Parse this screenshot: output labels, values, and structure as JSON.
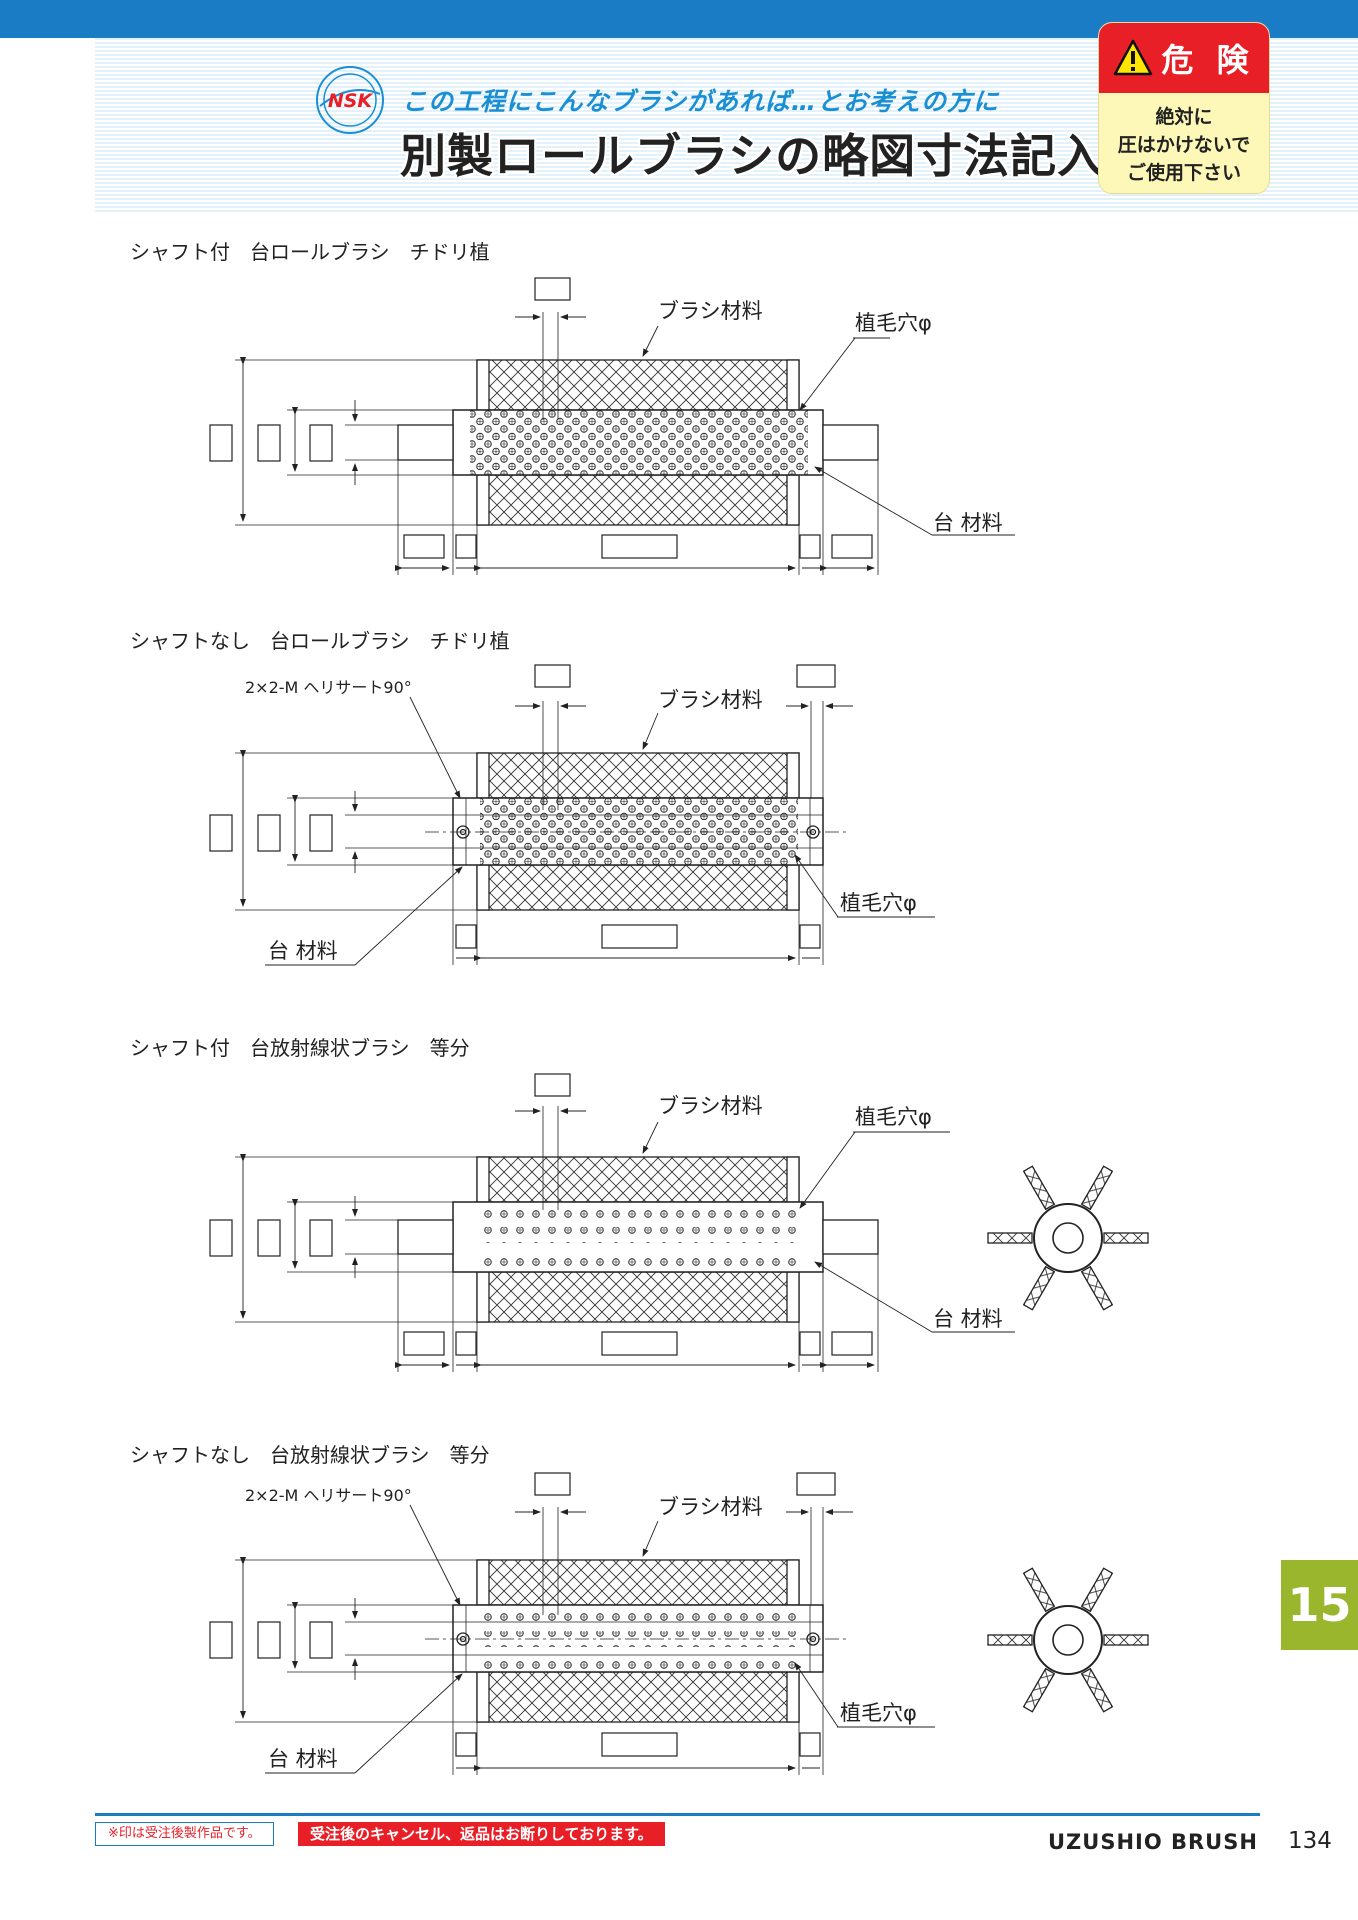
{
  "header": {
    "logo_text": "NSK",
    "subtitle": "この工程にこんなブラシがあれば…とお考えの方に",
    "title": "別製ロールブラシの略図寸法記入欄"
  },
  "warning": {
    "label": "危 険",
    "lines": [
      "絶対に",
      "圧はかけないで",
      "ご使用下さい"
    ]
  },
  "sections": [
    {
      "title": "シャフト付　台ロールブラシ　チドリ植",
      "brush_label": "ブラシ材料",
      "hole_label": "植毛穴φ",
      "base_label": "台 材料"
    },
    {
      "title": "シャフトなし　台ロールブラシ　チドリ植",
      "brush_label": "ブラシ材料",
      "hole_label": "植毛穴φ",
      "base_label": "台 材料",
      "helisert_label": "2×2-M ヘリサート90°"
    },
    {
      "title": "シャフト付　台放射線状ブラシ　等分",
      "brush_label": "ブラシ材料",
      "hole_label": "植毛穴φ",
      "base_label": "台 材料"
    },
    {
      "title": "シャフトなし　台放射線状ブラシ　等分",
      "brush_label": "ブラシ材料",
      "hole_label": "植毛穴φ",
      "base_label": "台 材料",
      "helisert_label": "2×2-M ヘリサート90°"
    }
  ],
  "side_tab": "15",
  "footer": {
    "note_made_to_order": "※印は受注後製作品です。",
    "note_no_cancel": "受注後のキャンセル、返品はお断りしております。",
    "company": "UZUSHIO  BRUSH",
    "page_number": "134"
  },
  "colors": {
    "accent_blue": "#1a7cc4",
    "danger_red": "#e81f27",
    "tab_green": "#9ab62d",
    "warning_yellow": "#fdf7b8"
  }
}
